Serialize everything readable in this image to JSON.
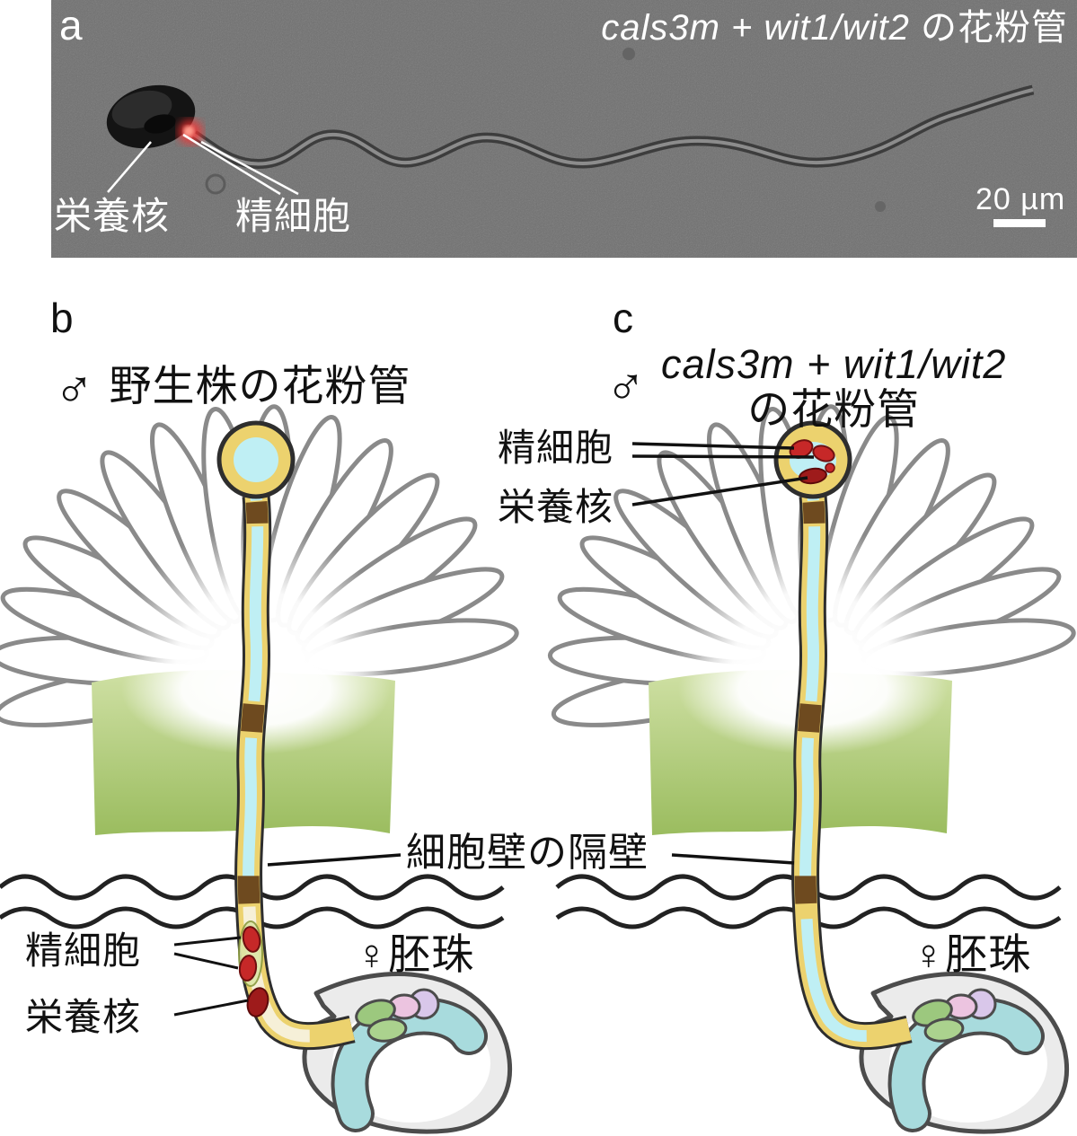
{
  "panel_a": {
    "label": "a",
    "title": {
      "gene_italic": "cals3m + wit1/wit2",
      "suffix": " の花粉管"
    },
    "callouts": {
      "vegetative_nucleus": "栄養核",
      "sperm_cells": "精細胞"
    },
    "scale_bar": {
      "text": "20 µm"
    }
  },
  "panel_b": {
    "label": "b",
    "title": {
      "sex_symbol": "♂",
      "text": "野生株の花粉管"
    },
    "callouts": {
      "sperm_cells": "精細胞",
      "vegetative_nucleus": "栄養核",
      "ovule": "♀胚珠"
    }
  },
  "panel_c": {
    "label": "c",
    "title": {
      "sex_symbol": "♂",
      "gene_italic": "cals3m + wit1/wit2",
      "suffix": "の花粉管"
    },
    "callouts": {
      "sperm_cells": "精細胞",
      "vegetative_nucleus": "栄養核",
      "ovule": "♀胚珠"
    }
  },
  "shared": {
    "callose_plug_label": "細胞壁の隔壁"
  },
  "colors": {
    "tube_yellow": "#ECD26E",
    "tube_lumen_cyan": "#BFEFF4",
    "callose_plug_brown": "#6E4A1F",
    "style_green": "#A2C162",
    "sperm_red": "#C62828",
    "vegetative_nucleus_red": "#9E1B1B",
    "ovule_teal": "#A8DBDD",
    "ovule_gray": "#EBEBEB",
    "micrograph_gray": "#6F6F6F",
    "fluorescence_red": "#FF3030"
  }
}
